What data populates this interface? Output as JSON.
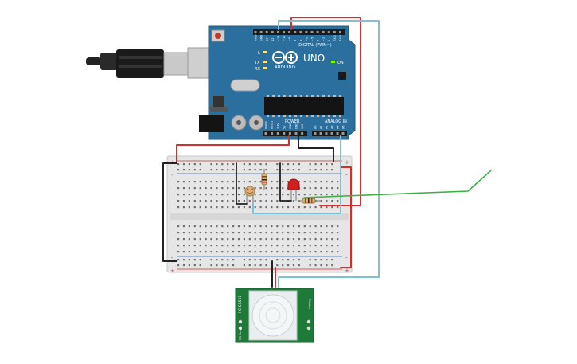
{
  "arduino": {
    "brand": "ARDUINO",
    "model": "UNO",
    "digital_header": "DIGITAL (PWM~)",
    "power_header": "POWER",
    "analog_header": "ANALOG IN",
    "on_label": "ON",
    "tx_label": "TX",
    "rx_label": "RX",
    "l_label": "L",
    "digital_pins": [
      "AREF",
      "GND",
      "13",
      "12",
      "~11",
      "~10",
      "~9",
      "8",
      "7",
      "~6",
      "~5",
      "4",
      "~3",
      "2",
      "TX 1",
      "RX 0"
    ],
    "power_pins": [
      "IOREF",
      "RESET",
      "3.3V",
      "5V",
      "GND",
      "GND",
      "VIN"
    ],
    "analog_pins": [
      "A0",
      "A1",
      "A2",
      "A3",
      "A4",
      "A5"
    ]
  },
  "breadboard": {
    "rail_plus": "+",
    "rail_minus": "-"
  },
  "pir_sensor": {
    "model": "HC-SR501",
    "left_text": "PIR Sensor",
    "right_text": "Module"
  },
  "colors": {
    "board_blue": "#2a6f9e",
    "wire_red": "#d62d2d",
    "wire_black": "#222222",
    "wire_cyan": "#7ec3d4",
    "wire_green": "#3cb043",
    "pir_green": "#1f7a3a",
    "breadboard": "#e6e6e6",
    "led_red": "#d21e1e"
  }
}
